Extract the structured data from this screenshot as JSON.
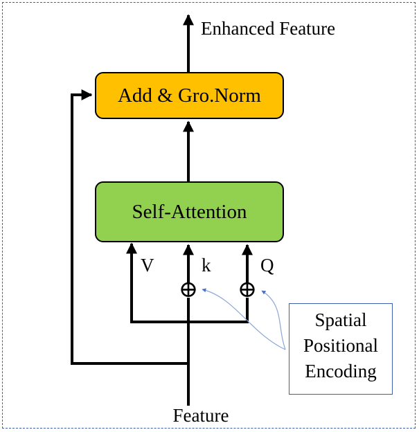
{
  "labels": {
    "output": "Enhanced Feature",
    "input": "Feature",
    "v": "V",
    "k": "k",
    "q": "Q",
    "plus_symbol": "⊕"
  },
  "blocks": {
    "add_norm": "Add & Gro.Norm",
    "self_attention": "Self-Attention",
    "spatial_encoding_lines": [
      "Spatial",
      "Positional",
      "Encoding"
    ]
  },
  "colors": {
    "add_norm_fill": "#ffc000",
    "self_attention_fill": "#92d050",
    "frame_border": "#3a5fa8",
    "encoding_arrow": "#8aa6d6"
  }
}
